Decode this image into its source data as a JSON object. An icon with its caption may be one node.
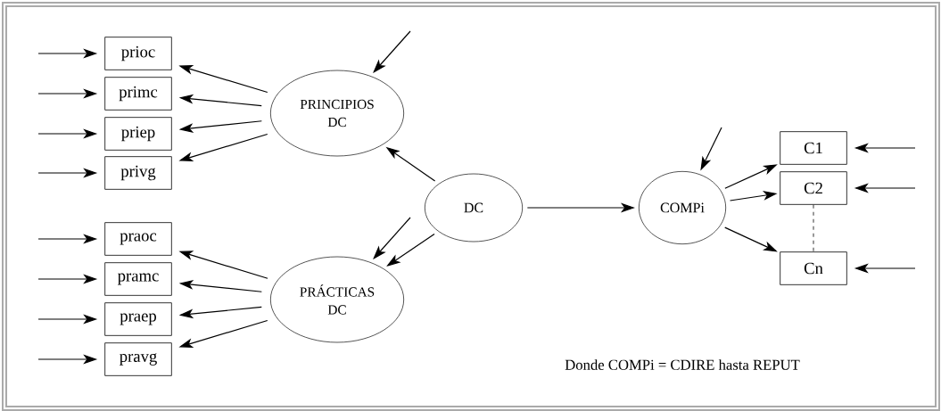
{
  "diagram": {
    "nodes": [
      {
        "text": [
          "prioc"
        ]
      },
      {
        "text": [
          "primc"
        ]
      },
      {
        "text": [
          "priep"
        ]
      },
      {
        "text": [
          "privg"
        ]
      },
      {
        "text": [
          "praoc"
        ]
      },
      {
        "text": [
          "pramc"
        ]
      },
      {
        "text": [
          "praep"
        ]
      },
      {
        "text": [
          "pravg"
        ]
      },
      {
        "text": [
          "PRINCIPIOS DC"
        ]
      },
      {
        "text": [
          "PRÁCTICAS DC"
        ]
      },
      {
        "text": [
          "DC"
        ]
      },
      {
        "text": [
          "COMPi"
        ]
      },
      {
        "text": [
          "C1"
        ]
      },
      {
        "text": [
          "C2"
        ]
      },
      {
        "text": [
          "Cn"
        ]
      }
    ],
    "edges": [
      {
        "from": null,
        "to": 0,
        "arrow": "to"
      },
      {
        "from": null,
        "to": 1,
        "arrow": "to"
      },
      {
        "from": null,
        "to": 2,
        "arrow": "to"
      },
      {
        "from": null,
        "to": 3,
        "arrow": "to"
      },
      {
        "from": null,
        "to": 4,
        "arrow": "to"
      },
      {
        "from": null,
        "to": 5,
        "arrow": "to"
      },
      {
        "from": null,
        "to": 6,
        "arrow": "to"
      },
      {
        "from": null,
        "to": 7,
        "arrow": "to"
      },
      {
        "from": 8,
        "to": 0,
        "arrow": "to"
      },
      {
        "from": 8,
        "to": 1,
        "arrow": "to"
      },
      {
        "from": 8,
        "to": 2,
        "arrow": "to"
      },
      {
        "from": 8,
        "to": 3,
        "arrow": "to"
      },
      {
        "from": 9,
        "to": 4,
        "arrow": "to"
      },
      {
        "from": 9,
        "to": 5,
        "arrow": "to"
      },
      {
        "from": 9,
        "to": 6,
        "arrow": "to"
      },
      {
        "from": 9,
        "to": 7,
        "arrow": "to"
      },
      {
        "from": null,
        "to": 8,
        "arrow": "to"
      },
      {
        "from": null,
        "to": 9,
        "arrow": "to"
      },
      {
        "from": 10,
        "to": 8,
        "arrow": "to"
      },
      {
        "from": 10,
        "to": 9,
        "arrow": "to"
      },
      {
        "from": 10,
        "to": 11,
        "arrow": "to"
      },
      {
        "from": null,
        "to": 11,
        "arrow": "to"
      },
      {
        "from": 11,
        "to": 12,
        "arrow": "to"
      },
      {
        "from": 11,
        "to": 13,
        "arrow": "to"
      },
      {
        "from": 11,
        "to": 14,
        "arrow": "to"
      },
      {
        "from": null,
        "to": 12,
        "arrow": "to"
      },
      {
        "from": null,
        "to": 13,
        "arrow": "to"
      },
      {
        "from": null,
        "to": 14,
        "arrow": "to"
      },
      {
        "from": 13,
        "to": 14,
        "arrow": "none",
        "style": "dashed"
      }
    ],
    "labels": [
      "Donde COMPi = CDIRE hasta REPUT"
    ]
  }
}
